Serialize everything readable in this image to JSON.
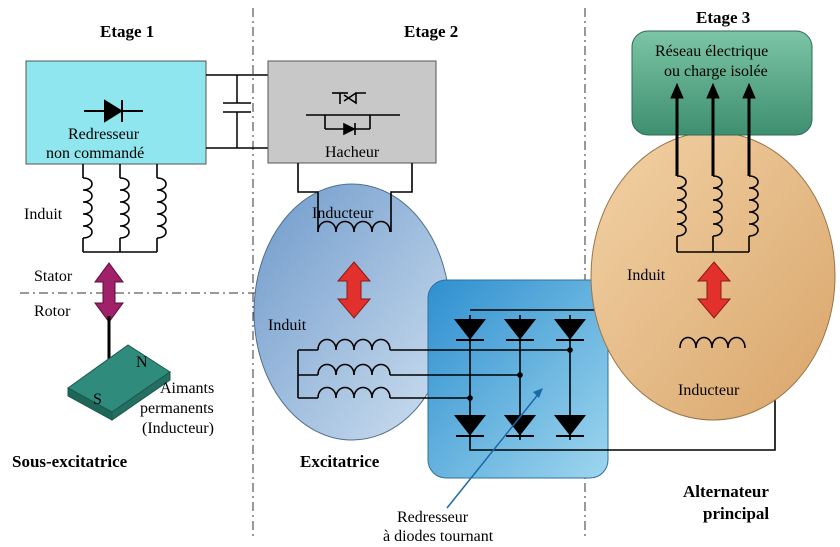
{
  "stages": {
    "stage1": "Etage 1",
    "stage2": "Etage 2",
    "stage3": "Etage 3"
  },
  "stage1": {
    "rectifier_line1": "Redresseur",
    "rectifier_line2": "non commandé",
    "armature": "Induit",
    "stator": "Stator",
    "rotor": "Rotor",
    "magnet_n": "N",
    "magnet_s": "S",
    "magnets_line1": "Aimants",
    "magnets_line2": "permanents",
    "magnets_line3": "(Inducteur)",
    "title": "Sous-excitatrice"
  },
  "stage2": {
    "chopper": "Hacheur",
    "field": "Inducteur",
    "armature": "Induit",
    "title": "Excitatrice",
    "rectifier_line1": "Redresseur",
    "rectifier_line2": "à diodes tournant"
  },
  "stage3": {
    "network_line1": "Réseau électrique",
    "network_line2": "ou charge isolée",
    "armature": "Induit",
    "field": "Inducteur",
    "title_line1": "Alternateur",
    "title_line2": "principal"
  },
  "colors": {
    "rectifier_box": "#8fe6ee",
    "chopper_box": "#c8c8c8",
    "network_box": "#5aa88a",
    "exciter_ellipse": "#8fb3d6",
    "alternator_ellipse": "#e2b47e",
    "diode_box": "#5fb3dc",
    "stator_rotor_arrow": "#a0206a",
    "red_arrow": "#e2312c",
    "magnet": "#2f8c7c"
  }
}
